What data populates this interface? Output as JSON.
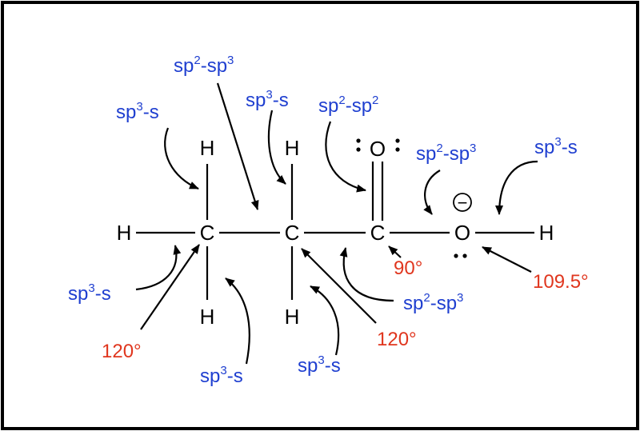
{
  "colors": {
    "hybrid": "#1f3fd0",
    "angle": "#e0361e",
    "ink": "#000000",
    "border": "#000000"
  },
  "atoms": {
    "h_left": "H",
    "c1": "C",
    "c2": "C",
    "c3": "C",
    "o_carbonyl": "O",
    "o_hydroxyl": "O",
    "h_right": "H",
    "h_c1_top": "H",
    "h_c1_bottom": "H",
    "h_c2_top": "H",
    "h_c2_bottom": "H"
  },
  "charge_symbol": "−",
  "labels": {
    "c1_top": {
      "a": "sp",
      "a_sup": "3",
      "b": "-s",
      "b_sup": ""
    },
    "c1c2": {
      "a": "sp",
      "a_sup": "2",
      "b": "-sp",
      "b_sup": "3"
    },
    "c2_top": {
      "a": "sp",
      "a_sup": "3",
      "b": "-s",
      "b_sup": ""
    },
    "co_double": {
      "a": "sp",
      "a_sup": "2",
      "b": "-sp",
      "b_sup": "2"
    },
    "c_o_single": {
      "a": "sp",
      "a_sup": "2",
      "b": "-sp",
      "b_sup": "3"
    },
    "oh": {
      "a": "sp",
      "a_sup": "3",
      "b": "-s",
      "b_sup": ""
    },
    "h_c1_left": {
      "a": "sp",
      "a_sup": "3",
      "b": "-s",
      "b_sup": ""
    },
    "c1_bottom": {
      "a": "sp",
      "a_sup": "3",
      "b": "-s",
      "b_sup": ""
    },
    "c2_bottom": {
      "a": "sp",
      "a_sup": "3",
      "b": "-s",
      "b_sup": ""
    },
    "c2c3": {
      "a": "sp",
      "a_sup": "2",
      "b": "-sp",
      "b_sup": "3"
    }
  },
  "angles": {
    "c1": "120°",
    "c2": "120°",
    "c3": "90°",
    "o": "109.5°"
  }
}
